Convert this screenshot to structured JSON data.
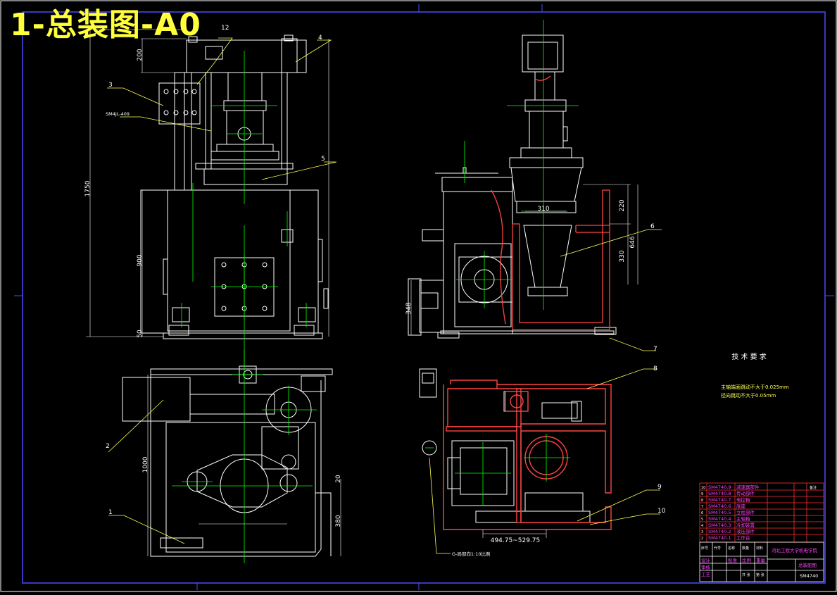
{
  "sheet_title": "1-总装图-A0",
  "dimensions": {
    "d1750": "1750",
    "d200": "200",
    "d900": "900",
    "d50": "50",
    "d1000": "1000",
    "d380": "380",
    "d20": "20",
    "d220": "220",
    "d330": "330",
    "d646": "646",
    "d310": "310",
    "d348": "348",
    "d_range": "494.75~529.75"
  },
  "part_callouts": [
    "1",
    "2",
    "3",
    "4",
    "5",
    "6",
    "7",
    "8",
    "9",
    "10",
    "12"
  ],
  "annotations": {
    "left_note": "SM4JL-409",
    "bottom_note": "G-局部向1:10比例"
  },
  "technical_requirements": {
    "heading": "技 术 要 求",
    "lines": [
      "主轴端面跳动不大于0.025mm",
      "径向跳动不大于0.05mm"
    ]
  },
  "bom": {
    "rows": [
      {
        "no": "10",
        "code": "SM4740.9",
        "name": "减速器部件"
      },
      {
        "no": "9",
        "code": "SM4740.8",
        "name": "传动部件"
      },
      {
        "no": "8",
        "code": "SM4740.7",
        "name": "电控箱"
      },
      {
        "no": "7",
        "code": "SM4740.6",
        "name": "底座"
      },
      {
        "no": "6",
        "code": "SM4740.5",
        "name": "立柱部件"
      },
      {
        "no": "5",
        "code": "SM4740.4",
        "name": "主轴箱"
      },
      {
        "no": "4",
        "code": "SM4740.3",
        "name": "冷却装置"
      },
      {
        "no": "3",
        "code": "SM4740.2",
        "name": "液压部件"
      },
      {
        "no": "2",
        "code": "SM4740.1",
        "name": "工作台"
      }
    ],
    "footer_labels": [
      "序号",
      "代号",
      "名称",
      "数量",
      "材料",
      "备注"
    ],
    "school": "河北工程大学机电学院",
    "drawing_name": "总装配图",
    "drawing_code": "SM4740",
    "tb_labels": [
      "设计",
      "审核",
      "工艺",
      "批准",
      "比例",
      "重量",
      "共 张",
      "第 张"
    ]
  },
  "colors": {
    "background": "#000000",
    "outline": "#ffffff",
    "centerline": "#00ff00",
    "title": "#ffff3a",
    "leader": "#ffff55",
    "frame": "#3a3aff",
    "section": "#ff4444",
    "bom_text": "#ff44ff"
  }
}
